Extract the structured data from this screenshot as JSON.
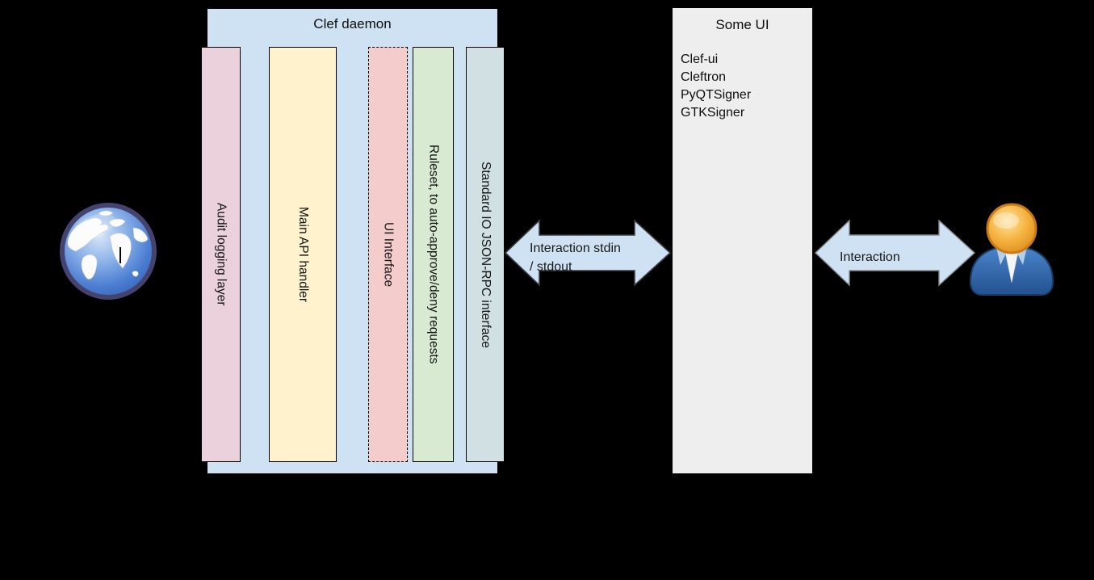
{
  "clef": {
    "title": "Clef daemon",
    "bars": [
      {
        "label": "Audit logging layer",
        "color": "#ead1dc"
      },
      {
        "label": "Main API handler",
        "color": "#fff2cc"
      },
      {
        "label": "UI Interface",
        "color": "#f4cccc",
        "border": "dashed"
      },
      {
        "label": "Ruleset, to auto-approve/deny requests",
        "color": "#d9ead3"
      },
      {
        "label": "Standard IO JSON-RPC interface",
        "color": "#d0e0e3"
      }
    ],
    "box_color": "#cfe2f3"
  },
  "some_ui": {
    "title": "Some UI",
    "items": [
      "Clef-ui",
      "Cleftron",
      "PyQTSigner",
      "GTKSigner"
    ],
    "box_color": "#eeeeee"
  },
  "arrows": {
    "stdio": {
      "label_line1": "Interaction stdin",
      "label_line2": "/ stdout",
      "fill": "#cfe2f3"
    },
    "user": {
      "label": "Interaction",
      "fill": "#cfe2f3"
    }
  },
  "icons": {
    "left": "globe-network-icon",
    "right": "user-person-icon"
  },
  "colors": {
    "background": "#000000",
    "connector_line": "#000000",
    "text": "#111111"
  }
}
